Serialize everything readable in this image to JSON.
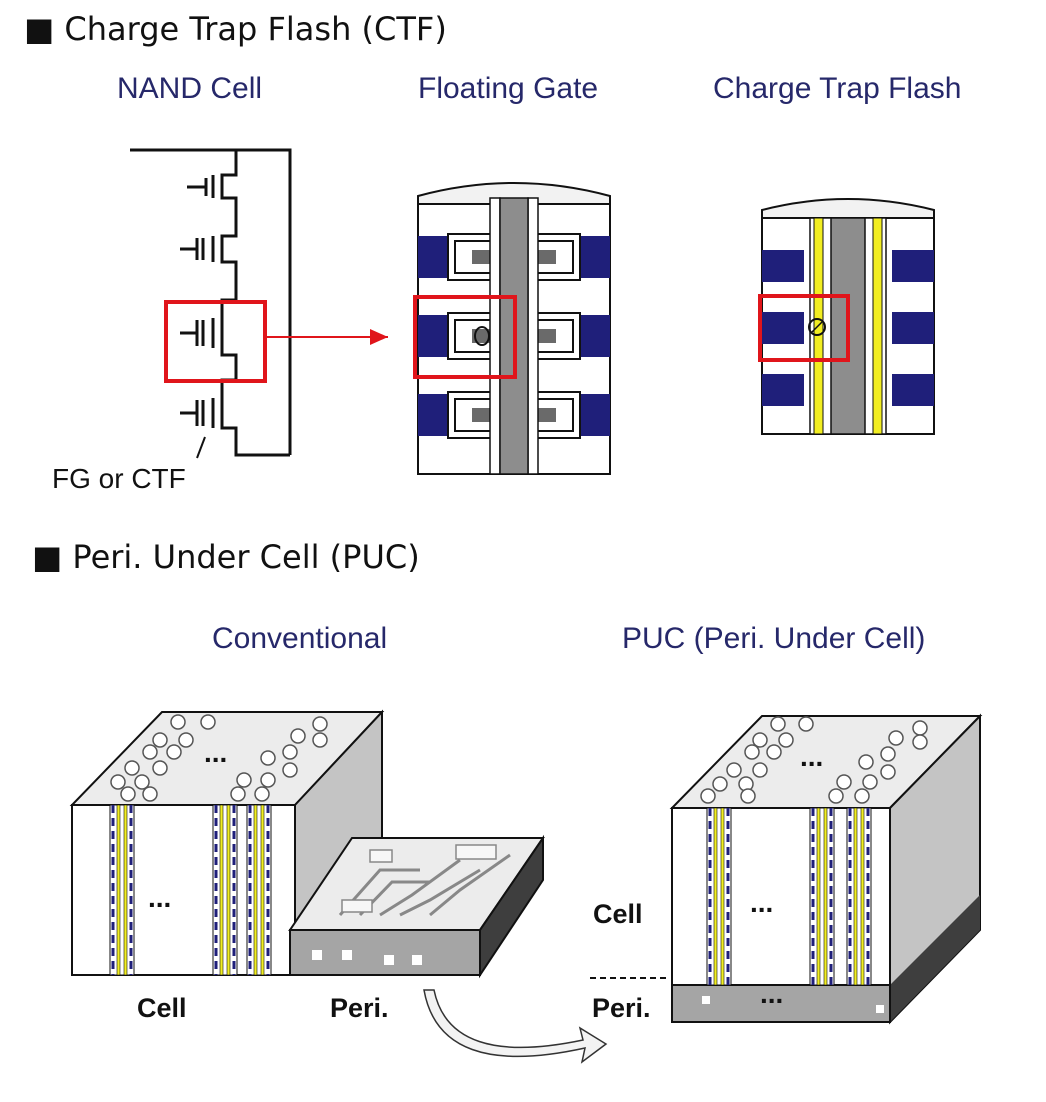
{
  "sections": {
    "ctf": {
      "title": "■ Charge Trap Flash (CTF)",
      "nand_label": "NAND Cell",
      "fg_label": "Floating Gate",
      "ctf_label": "Charge Trap Flash",
      "annotation": "FG or CTF"
    },
    "puc": {
      "title": "■ Peri. Under Cell (PUC)",
      "conventional_label": "Conventional",
      "puc_label": "PUC (Peri. Under Cell)",
      "cell_label": "Cell",
      "peri_label": "Peri.",
      "cell_label_right": "Cell",
      "peri_label_right": "Peri.",
      "ellipsis": "..."
    }
  },
  "colors": {
    "navy": "#1f1f7a",
    "highlight": "#e0151b",
    "yellow": "#f2ee22",
    "channel": "#8d8d8d",
    "heading": "#26286a"
  }
}
